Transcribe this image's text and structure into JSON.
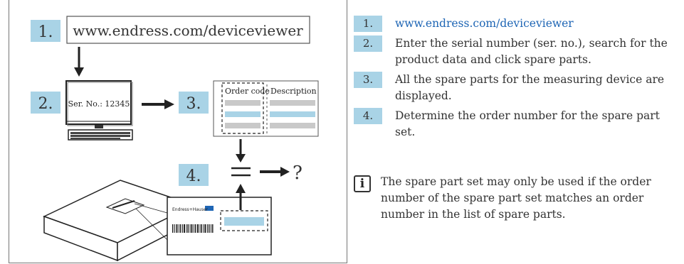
{
  "figure": {
    "step1_badge": "1.",
    "url_box": "www.endress.com/deviceviewer",
    "step2_badge": "2.",
    "serial_label": "Ser. No.: 12345",
    "step3_badge": "3.",
    "col_order_code": "Order code",
    "col_description": "Description",
    "step4_badge": "4.",
    "question_mark": "?",
    "brand_label": "Endress+Hauser"
  },
  "steps": [
    {
      "num": "1.",
      "text": "www.endress.com/deviceviewer"
    },
    {
      "num": "2.",
      "text": "Enter the serial number (ser. no.), search for the product data and click spare parts."
    },
    {
      "num": "3.",
      "text": "All the spare parts for the measuring device are displayed."
    },
    {
      "num": "4.",
      "text": "Determine the order number for the spare part set."
    }
  ],
  "note": {
    "icon": "info-icon",
    "text": "The spare part set may only be used if the order number of the spare part set matches an order number in the list of spare parts."
  },
  "colors": {
    "badge": "#a9d3e6",
    "link": "#1f66b5"
  }
}
